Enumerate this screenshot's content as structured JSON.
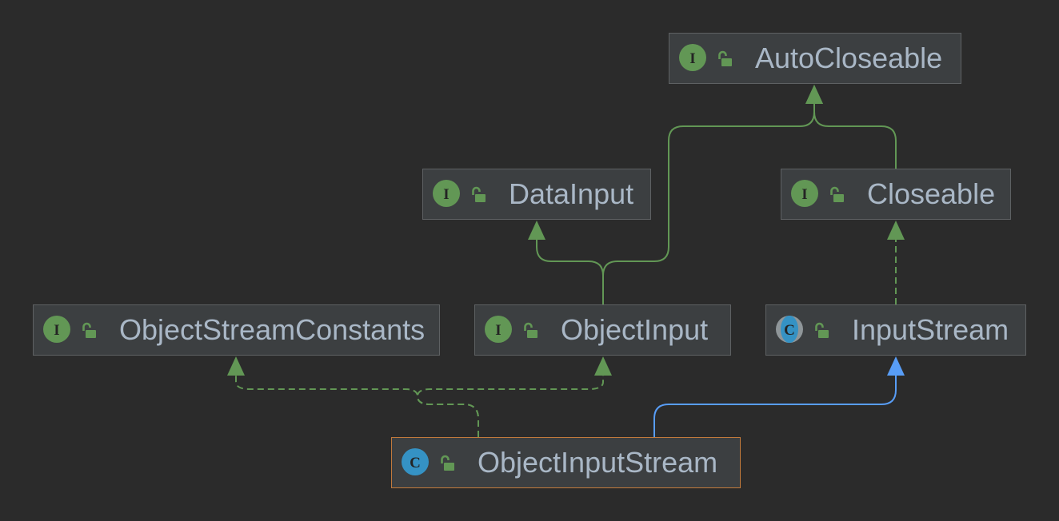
{
  "colors": {
    "background": "#2b2b2b",
    "node_fill": "#3c3f41",
    "node_border": "#5e6163",
    "selected_border": "#c27a3c",
    "text": "#a9b7c6",
    "interface_icon": "#629755",
    "class_icon": "#3592c4",
    "abstract_ring": "#8f9699",
    "icon_letter": "#242424",
    "access_icon": "#629755"
  },
  "icons": {
    "interface": {
      "name": "interface-icon",
      "letter": "I"
    },
    "class": {
      "name": "class-icon",
      "letter": "C"
    },
    "abstract_class": {
      "name": "abstract-class-icon",
      "letter": "C"
    },
    "access": {
      "name": "unlocked-icon"
    }
  },
  "nodes": [
    {
      "label": "AutoCloseable",
      "icon": "interface-icon",
      "selected": false
    },
    {
      "label": "DataInput",
      "icon": "interface-icon",
      "selected": false
    },
    {
      "label": "Closeable",
      "icon": "interface-icon",
      "selected": false
    },
    {
      "label": "ObjectStreamConstants",
      "icon": "interface-icon",
      "selected": false
    },
    {
      "label": "ObjectInput",
      "icon": "interface-icon",
      "selected": false
    },
    {
      "label": "InputStream",
      "icon": "abstract-class-icon",
      "selected": false
    },
    {
      "label": "ObjectInputStream",
      "icon": "class-icon",
      "selected": true
    }
  ],
  "edges": [
    {
      "from": 4,
      "to": 1,
      "dashed": false,
      "color": "#629755"
    },
    {
      "from": 4,
      "to": 0,
      "dashed": false,
      "color": "#629755"
    },
    {
      "from": 2,
      "to": 0,
      "dashed": false,
      "color": "#629755"
    },
    {
      "from": 5,
      "to": 2,
      "dashed": true,
      "color": "#629755"
    },
    {
      "from": 6,
      "to": 5,
      "dashed": false,
      "color": "#589df6"
    },
    {
      "from": 6,
      "to": 3,
      "dashed": true,
      "color": "#629755"
    },
    {
      "from": 6,
      "to": 4,
      "dashed": true,
      "color": "#629755"
    }
  ]
}
